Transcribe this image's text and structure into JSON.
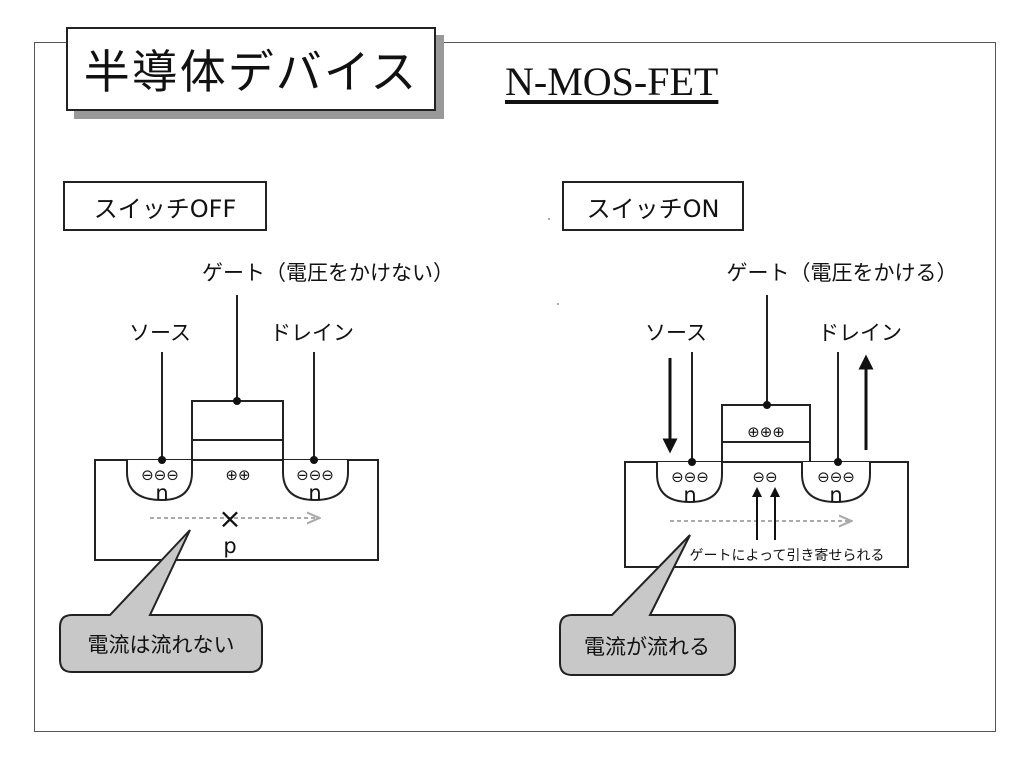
{
  "slide": {
    "title": "半導体デバイス",
    "subtitle": "N-MOS-FET"
  },
  "off_panel": {
    "heading": "スイッチOFF",
    "gate_label": "ゲート（電圧をかけない）",
    "source_label": "ソース",
    "drain_label": "ドレイン",
    "source_charges": "⊖⊖⊖",
    "drain_charges": "⊖⊖⊖",
    "source_region": "n",
    "drain_region": "n",
    "gate_region_charges": "⊕⊕",
    "substrate_label": "p",
    "blocked_mark": "×",
    "callout": "電流は流れない"
  },
  "on_panel": {
    "heading": "スイッチON",
    "gate_label": "ゲート（電圧をかける）",
    "source_label": "ソース",
    "drain_label": "ドレイン",
    "gate_charges": "⊕⊕⊕",
    "source_charges": "⊖⊖⊖",
    "drain_charges": "⊖⊖⊖",
    "channel_charges": "⊖⊖",
    "source_region": "n",
    "drain_region": "n",
    "attraction_note": "ゲートによって引き寄せられる",
    "callout": "電流が流れる"
  },
  "colors": {
    "ink": "#111111",
    "callout_fill": "#c8c8c8",
    "current_arrow": "#aaaaaa",
    "title_shadow": "#999999"
  }
}
